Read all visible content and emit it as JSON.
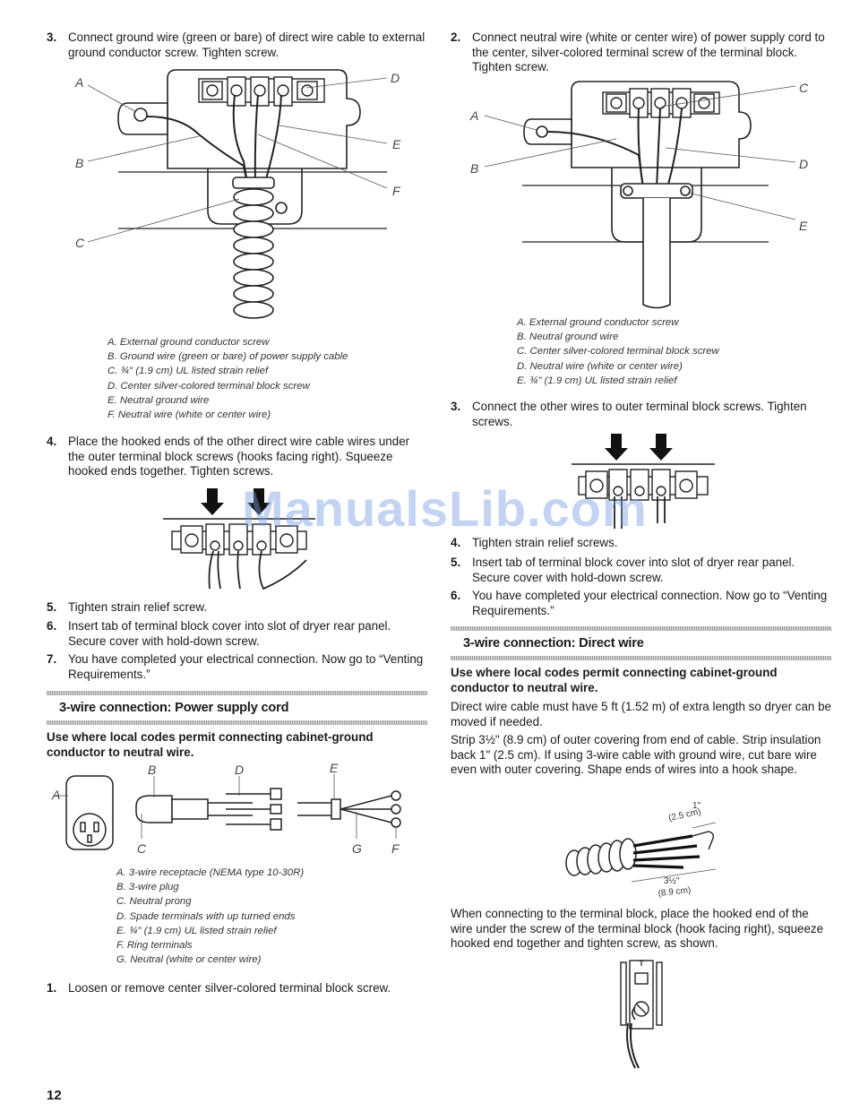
{
  "left": {
    "step3": {
      "num": "3.",
      "text": "Connect ground wire (green or bare) of direct wire cable to external ground conductor screw. Tighten screw."
    },
    "fig1": {
      "labels": {
        "A": "A",
        "B": "B",
        "C": "C",
        "D": "D",
        "E": "E",
        "F": "F"
      },
      "captions": [
        "A. External ground conductor screw",
        "B. Ground wire (green or bare) of power supply cable",
        "C. ¾\" (1.9 cm) UL listed strain relief",
        "D. Center silver-colored terminal block screw",
        "E. Neutral ground wire",
        "F. Neutral wire (white or center wire)"
      ]
    },
    "step4": {
      "num": "4.",
      "text": "Place the hooked ends of the other direct wire cable wires under the outer terminal block screws (hooks facing right). Squeeze hooked ends together. Tighten screws."
    },
    "step5": {
      "num": "5.",
      "text": "Tighten strain relief screw."
    },
    "step6": {
      "num": "6.",
      "text": "Insert tab of terminal block cover into slot of dryer rear panel. Secure cover with hold-down screw."
    },
    "step7": {
      "num": "7.",
      "text": "You have completed your electrical connection. Now go to “Venting Requirements.”"
    },
    "heading": "3-wire connection: Power supply cord",
    "bold_note": "Use where local codes permit connecting cabinet-ground conductor to neutral wire.",
    "fig3": {
      "labels": {
        "A": "A",
        "B": "B",
        "C": "C",
        "D": "D",
        "E": "E",
        "F": "F",
        "G": "G"
      },
      "captions": [
        "A. 3-wire receptacle (NEMA type 10-30R)",
        "B. 3-wire plug",
        "C. Neutral prong",
        "D. Spade terminals with up turned ends",
        "E. ¾\" (1.9 cm) UL listed strain relief",
        "F. Ring terminals",
        "G. Neutral (white or center wire)"
      ]
    },
    "step1": {
      "num": "1.",
      "text": "Loosen or remove center silver-colored terminal block screw."
    }
  },
  "right": {
    "step2": {
      "num": "2.",
      "text": "Connect neutral wire (white or center wire) of power supply cord to the center, silver-colored terminal screw of the terminal block. Tighten screw."
    },
    "fig4": {
      "labels": {
        "A": "A",
        "B": "B",
        "C": "C",
        "D": "D",
        "E": "E"
      },
      "captions": [
        "A. External ground conductor screw",
        "B. Neutral ground wire",
        "C. Center silver-colored terminal block screw",
        "D. Neutral wire (white or center wire)",
        "E. ¾\" (1.9 cm) UL listed strain relief"
      ]
    },
    "step3": {
      "num": "3.",
      "text": "Connect the other wires to outer terminal block screws. Tighten screws."
    },
    "step4": {
      "num": "4.",
      "text": "Tighten strain relief screws."
    },
    "step5": {
      "num": "5.",
      "text": "Insert tab of terminal block cover into slot of dryer rear panel. Secure cover with hold-down screw."
    },
    "step6": {
      "num": "6.",
      "text": "You have completed your electrical connection. Now go to “Venting Requirements.”"
    },
    "heading": "3-wire connection: Direct wire",
    "bold_note": "Use where local codes permit connecting cabinet-ground conductor to neutral wire.",
    "para1": "Direct wire cable must have 5 ft (1.52 m) of extra length so dryer can be moved if needed.",
    "para2": "Strip 3½\" (8.9 cm) of outer covering from end of cable. Strip insulation back 1\" (2.5 cm). If using 3-wire cable with ground wire, cut bare wire even with outer covering. Shape ends of wires into a hook shape.",
    "fig6": {
      "dim1": "1\"",
      "dim1b": "(2.5 cm)",
      "dim2": "3½\"",
      "dim2b": "(8.9 cm)"
    },
    "para3": "When connecting to the terminal block, place the hooked end of the wire under the screw of the terminal block (hook facing right), squeeze hooked end together and tighten screw, as shown."
  },
  "watermark": "ManualsLib.com",
  "page_number": "12"
}
